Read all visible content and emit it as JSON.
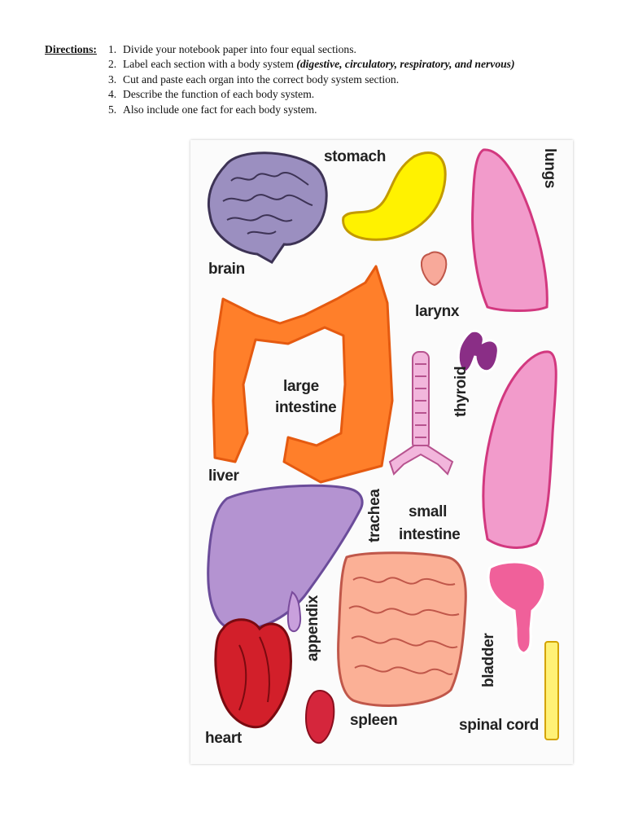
{
  "directions": {
    "heading": "Directions:",
    "items": [
      {
        "num": "1.",
        "text": "Divide your notebook paper into four equal sections.",
        "emphasis": ""
      },
      {
        "num": "2.",
        "text": "Label each section with a body system ",
        "emphasis": "(digestive, circulatory, respiratory, and nervous)"
      },
      {
        "num": "3.",
        "text": "Cut and paste each organ into the correct body system section.",
        "emphasis": ""
      },
      {
        "num": "4.",
        "text": "Describe the function of each body system.",
        "emphasis": ""
      },
      {
        "num": "5.",
        "text": "Also include one fact for each body system.",
        "emphasis": ""
      }
    ]
  },
  "organ_sheet": {
    "labels": {
      "stomach": "stomach",
      "lungs": "lungs",
      "brain": "brain",
      "larynx": "larynx",
      "large_intestine_1": "large",
      "large_intestine_2": "intestine",
      "thyroid": "thyroid",
      "liver": "liver",
      "trachea": "trachea",
      "small_intestine_1": "small",
      "small_intestine_2": "intestine",
      "appendix": "appendix",
      "bladder": "bladder",
      "spleen": "spleen",
      "heart": "heart",
      "spinal_cord": "spinal cord"
    },
    "colors": {
      "brain": "#9b8fc0",
      "stomach": "#fff200",
      "lungs": "#f29bcb",
      "lungs_outline": "#d2387f",
      "larynx": "#f8a99a",
      "large_intestine": "#ff7f2a",
      "thyroid": "#8a2e86",
      "trachea": "#f2b6dc",
      "liver": "#b493d1",
      "small_intestine": "#fbb096",
      "appendix": "#c9a0dc",
      "bladder": "#f0609a",
      "heart": "#d21f2a",
      "spleen": "#d5263c",
      "spinal_cord": "#fff176"
    }
  }
}
